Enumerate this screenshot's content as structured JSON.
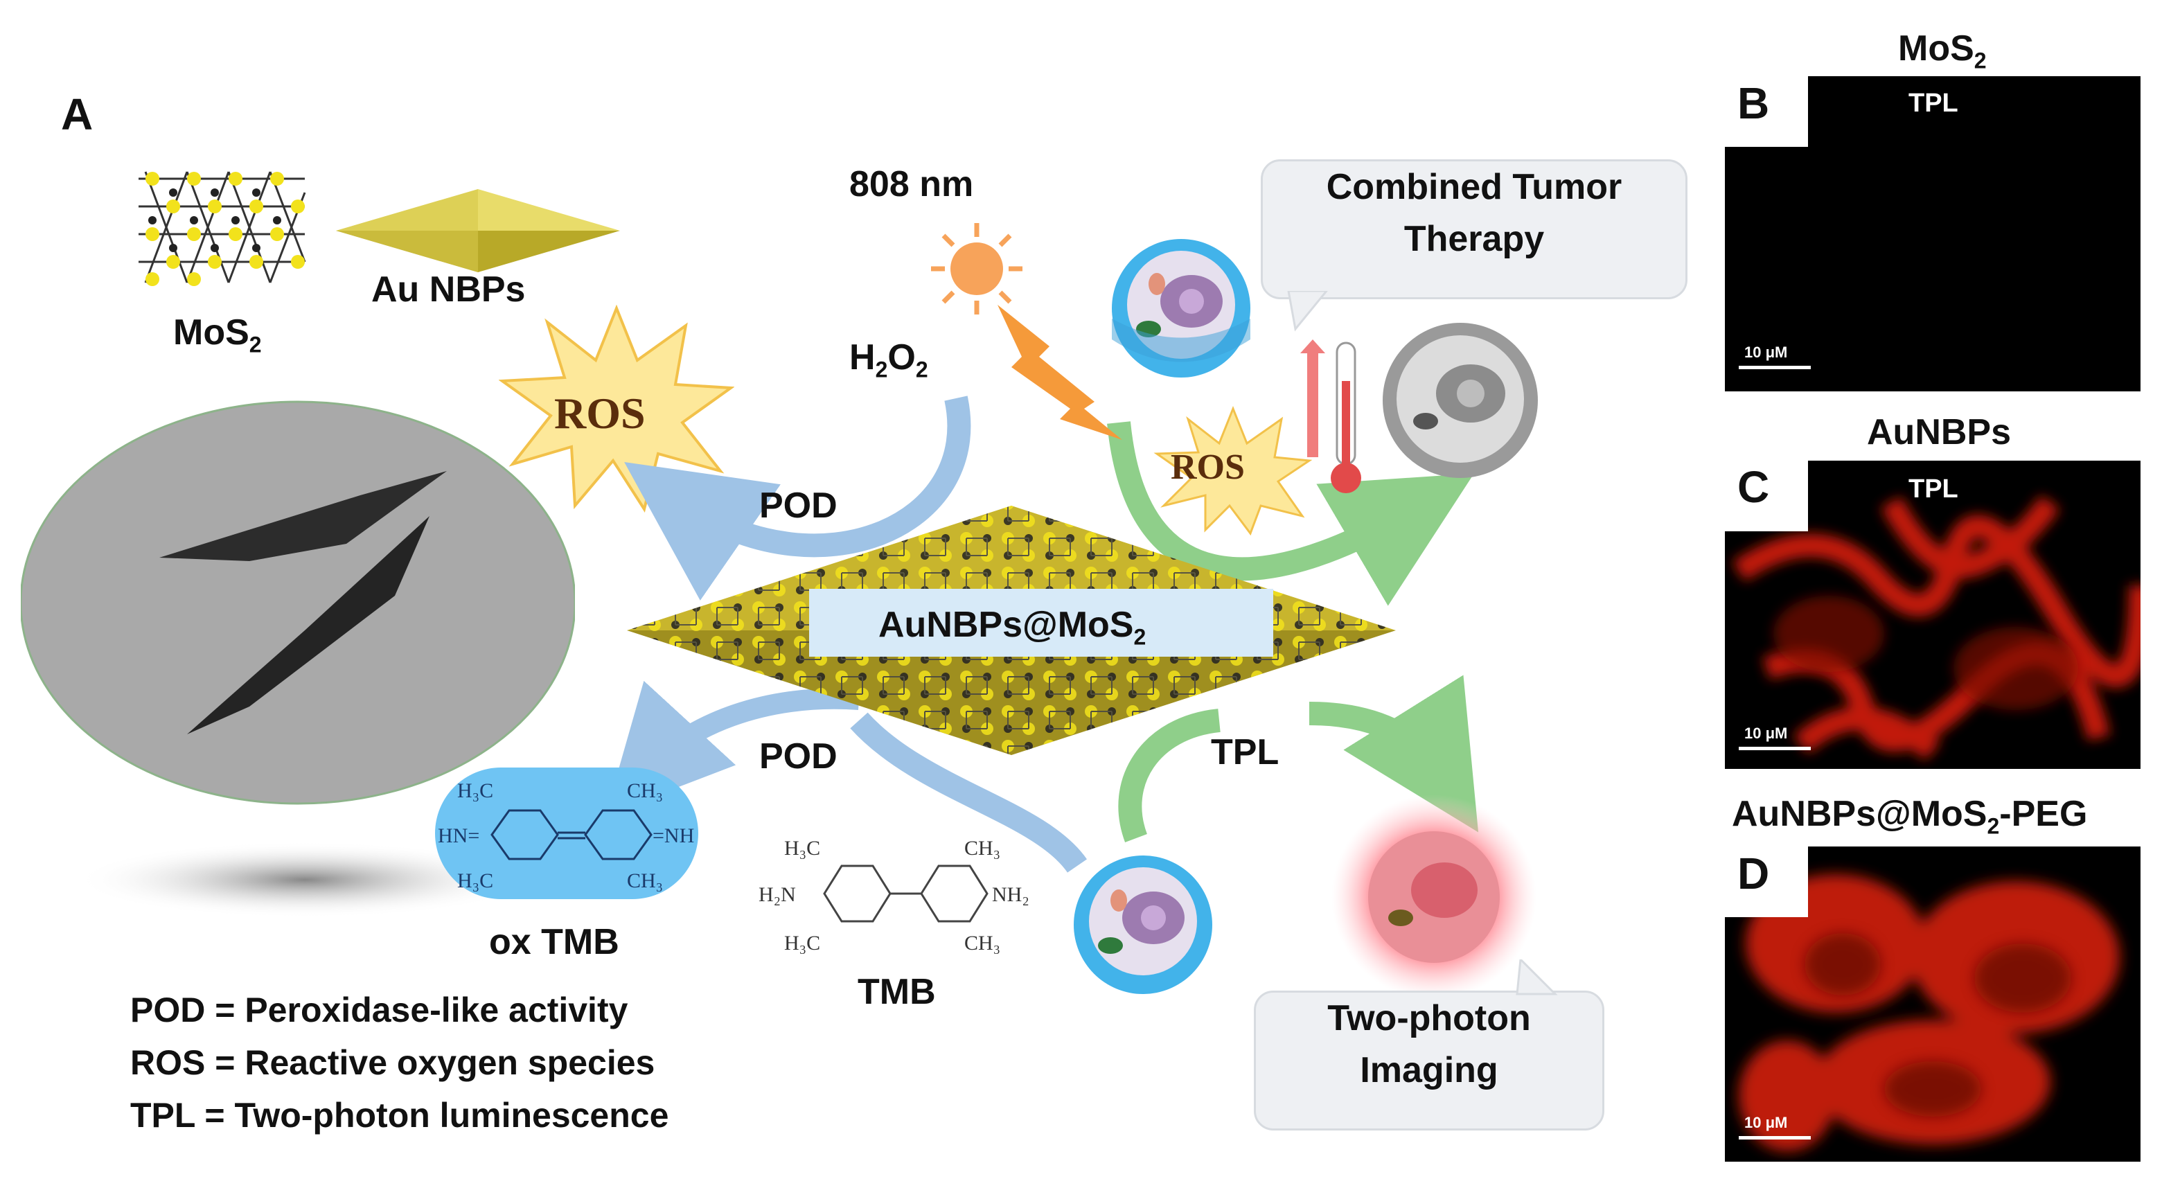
{
  "panels": {
    "a": "A",
    "b": "B",
    "c": "C",
    "d": "D"
  },
  "materials": {
    "mos2_base": "MoS",
    "mos2_sub": "2",
    "au_nbps": "Au NBPs"
  },
  "center": {
    "label_base": "AuNBPs@MoS",
    "label_sub": "2"
  },
  "ros_left": "ROS",
  "ros_right": "ROS",
  "pod_top": "POD",
  "pod_bottom": "POD",
  "tpl_center": "TPL",
  "h2o2": {
    "h": "H",
    "s1": "2",
    "o": "O",
    "s2": "2"
  },
  "laser": "808 nm",
  "therapy_bubble": {
    "line1": "Combined Tumor",
    "line2": "Therapy"
  },
  "imaging_bubble": {
    "line1": "Two-photon",
    "line2": "Imaging"
  },
  "ox_tmb": "ox TMB",
  "tmb": "TMB",
  "molecule_labels": {
    "h3c": "H₃C",
    "ch3": "CH₃",
    "hn": "HN=",
    "nh": "=NH",
    "h2n": "H₂N",
    "nh2": "NH₂"
  },
  "legend": [
    "POD = Peroxidase-like activity",
    "ROS = Reactive oxygen species",
    "TPL = Two-photon luminescence"
  ],
  "micrographs": {
    "b_title_base": "MoS",
    "b_title_sub": "2",
    "c_title": "AuNBPs",
    "d_title_base": "AuNBPs@MoS",
    "d_title_sub": "2",
    "d_title_tail": "-PEG",
    "tpl_tag": "TPL",
    "scale_label": "10 μM"
  },
  "colors": {
    "gold": "#c9b733",
    "blue_arrow": "#9fc3e6",
    "green_arrow": "#8fcf8a",
    "red_fluor": "#e0200e",
    "cell_blue": "#42b3ea"
  }
}
